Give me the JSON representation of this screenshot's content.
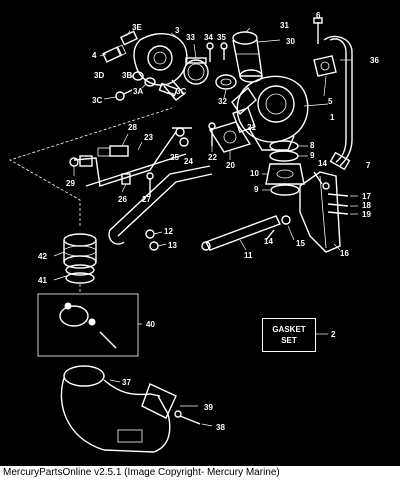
{
  "diagram": {
    "labels": [
      "1",
      "2",
      "3",
      "3A",
      "3B",
      "3C",
      "3D",
      "3E",
      "4",
      "5",
      "6",
      "7",
      "8",
      "9",
      "10",
      "11",
      "12",
      "13",
      "14",
      "15",
      "16",
      "17",
      "18",
      "19",
      "20",
      "21",
      "22",
      "23",
      "24",
      "25",
      "26",
      "27",
      "28",
      "29",
      "30",
      "31",
      "32",
      "33",
      "34",
      "35",
      "36",
      "37",
      "38",
      "39",
      "40",
      "41",
      "42"
    ],
    "gasket_set_lines": [
      "GASKET",
      "SET"
    ]
  },
  "footer": {
    "caption": "MercuryPartsOnline v2.5.1 (Image Copyright- Mercury Marine)"
  },
  "colors": {
    "background": "#000000",
    "line_art": "#ffffff",
    "caption_text": "#000000",
    "page": "#ffffff"
  }
}
